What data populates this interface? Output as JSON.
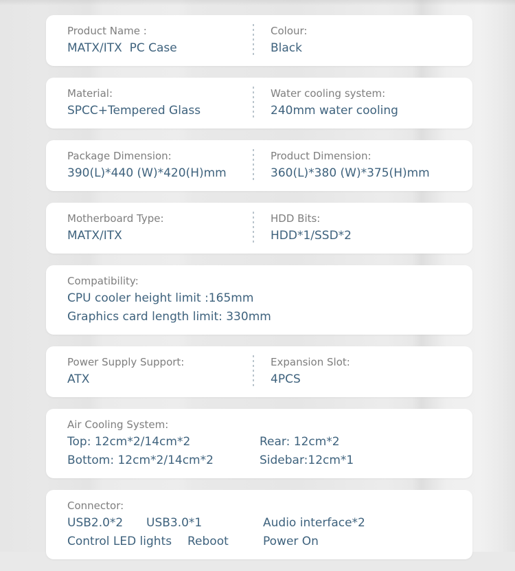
{
  "page": {
    "background_color": "#e9e9e9",
    "card_color": "#ffffff",
    "label_color": "#7e7e7e",
    "value_color": "#3e627d",
    "divider_color": "#b9c4cc"
  },
  "spec_cards": [
    {
      "type": "two-column",
      "left": {
        "label": "Product Name :",
        "value": "MATX/ITX  PC Case"
      },
      "right": {
        "label": "Colour:",
        "value": "Black"
      }
    },
    {
      "type": "two-column",
      "left": {
        "label": "Material:",
        "value": "SPCC+Tempered Glass"
      },
      "right": {
        "label": "Water cooling system:",
        "value": "240mm water cooling"
      }
    },
    {
      "type": "two-column",
      "left": {
        "label": "Package Dimension:",
        "value": "390(L)*440 (W)*420(H)mm"
      },
      "right": {
        "label": "Product Dimension:",
        "value": "360(L)*380 (W)*375(H)mm"
      }
    },
    {
      "type": "two-column",
      "left": {
        "label": "Motherboard Type:",
        "value": "MATX/ITX"
      },
      "right": {
        "label": "HDD Bits:",
        "value": "HDD*1/SSD*2"
      }
    },
    {
      "type": "full-stacked",
      "label": "Compatibility:",
      "values": [
        "CPU cooler height limit :165mm",
        "Graphics card length limit: 330mm"
      ]
    },
    {
      "type": "two-column",
      "left": {
        "label": "Power Supply Support:",
        "value": "ATX"
      },
      "right": {
        "label": "Expansion Slot:",
        "value": "4PCS"
      }
    },
    {
      "type": "full-grid2",
      "label": "Air Cooling System:",
      "rows": [
        {
          "left": "Top: 12cm*2/14cm*2",
          "right": "Rear: 12cm*2"
        },
        {
          "left": "Bottom: 12cm*2/14cm*2",
          "right": "Sidebar:12cm*1"
        }
      ]
    },
    {
      "type": "full-connector",
      "label": "Connector:",
      "rows": [
        {
          "a": "USB2.0*2",
          "b": "USB3.0*1",
          "c": "Audio interface*2"
        },
        {
          "a": "Control LED lights",
          "b": "Reboot",
          "c": "Power On"
        }
      ]
    }
  ]
}
